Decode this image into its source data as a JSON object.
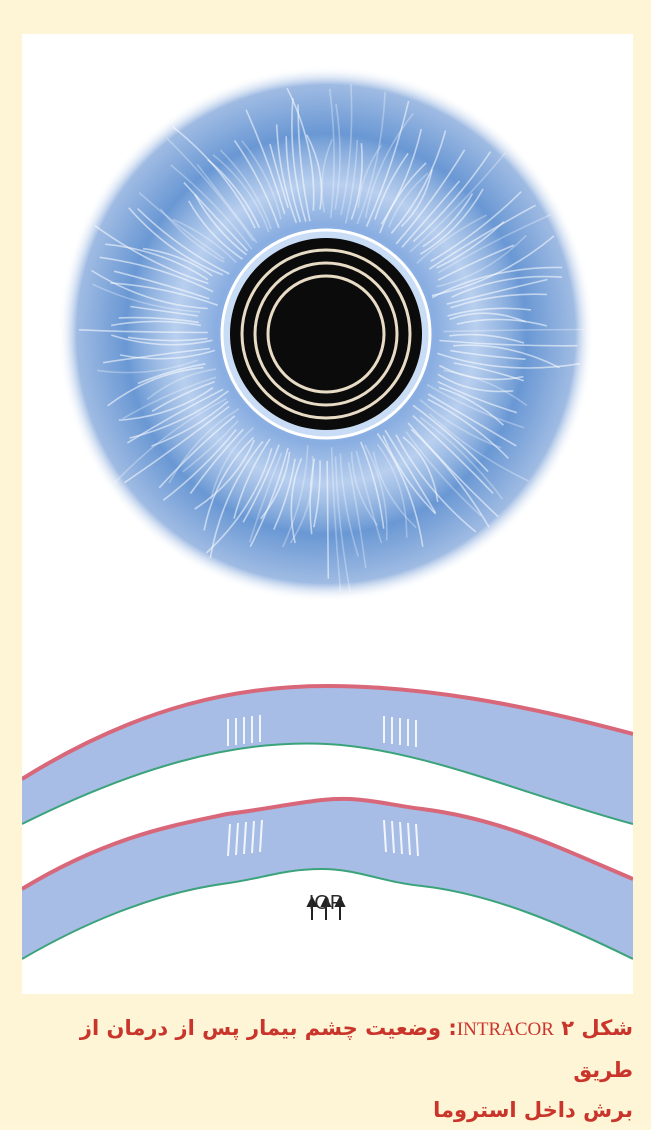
{
  "figure": {
    "caption_prefix": "شکل ۲",
    "caption_term": "INTRACOR",
    "caption_text_line1": ": وضعیت چشم بیمار پس از درمان از طریق",
    "caption_text_line2": "برش داخل استروما",
    "iop_label": "IOP",
    "colors": {
      "background": "#fef5d6",
      "caption": "#c9342b",
      "iris": "#6f9bd4",
      "pupil": "#0b0b0b",
      "cornea": "#a8bde6",
      "epithelium_line": "#d9677a",
      "endothelium_line": "#3aa37a"
    }
  }
}
